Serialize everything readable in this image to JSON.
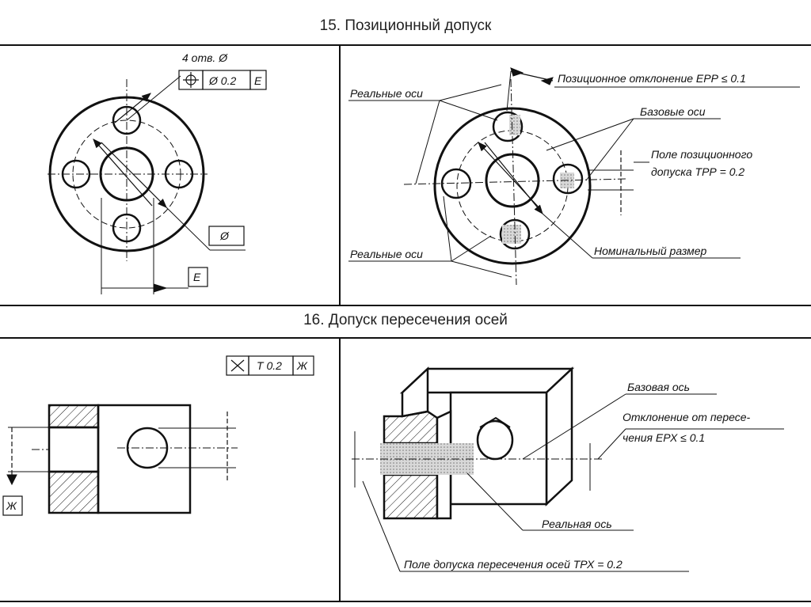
{
  "titles": {
    "section15": "15. Позиционный допуск",
    "section16": "16. Допуск пересечения осей"
  },
  "panel15_left": {
    "holes_note": "4 отв. Ø",
    "fcf_symbol": "⌖",
    "fcf_value": "Ø 0.2",
    "fcf_datum": "E",
    "diameter_box": "Ø",
    "datum_box": "E"
  },
  "panel15_right": {
    "real_axes_top": "Реальные оси",
    "positional_deviation": "Позиционное отклонение ЕРР ≤ 0.1",
    "base_axes": "Базовые оси",
    "field_line1": "Поле позиционного",
    "field_line2": "допуска ТРР = 0.2",
    "real_axes_bottom": "Реальные оси",
    "nominal_size": "Номинальный размер"
  },
  "panel16_left": {
    "fcf_symbol": "✕",
    "fcf_value": "T 0.2",
    "fcf_datum": "Ж",
    "datum_box": "Ж"
  },
  "panel16_right": {
    "base_axis": "Базовая ось",
    "deviation_line1": "Отклонение от пересе-",
    "deviation_line2": "чения ЕРХ ≤ 0.1",
    "real_axis": "Реальная ось",
    "tolerance_field": "Поле допуска пересечения осей ТРХ = 0.2"
  },
  "colors": {
    "ink": "#111111",
    "background": "#ffffff",
    "hatch_fill": "#bbbbbb"
  }
}
